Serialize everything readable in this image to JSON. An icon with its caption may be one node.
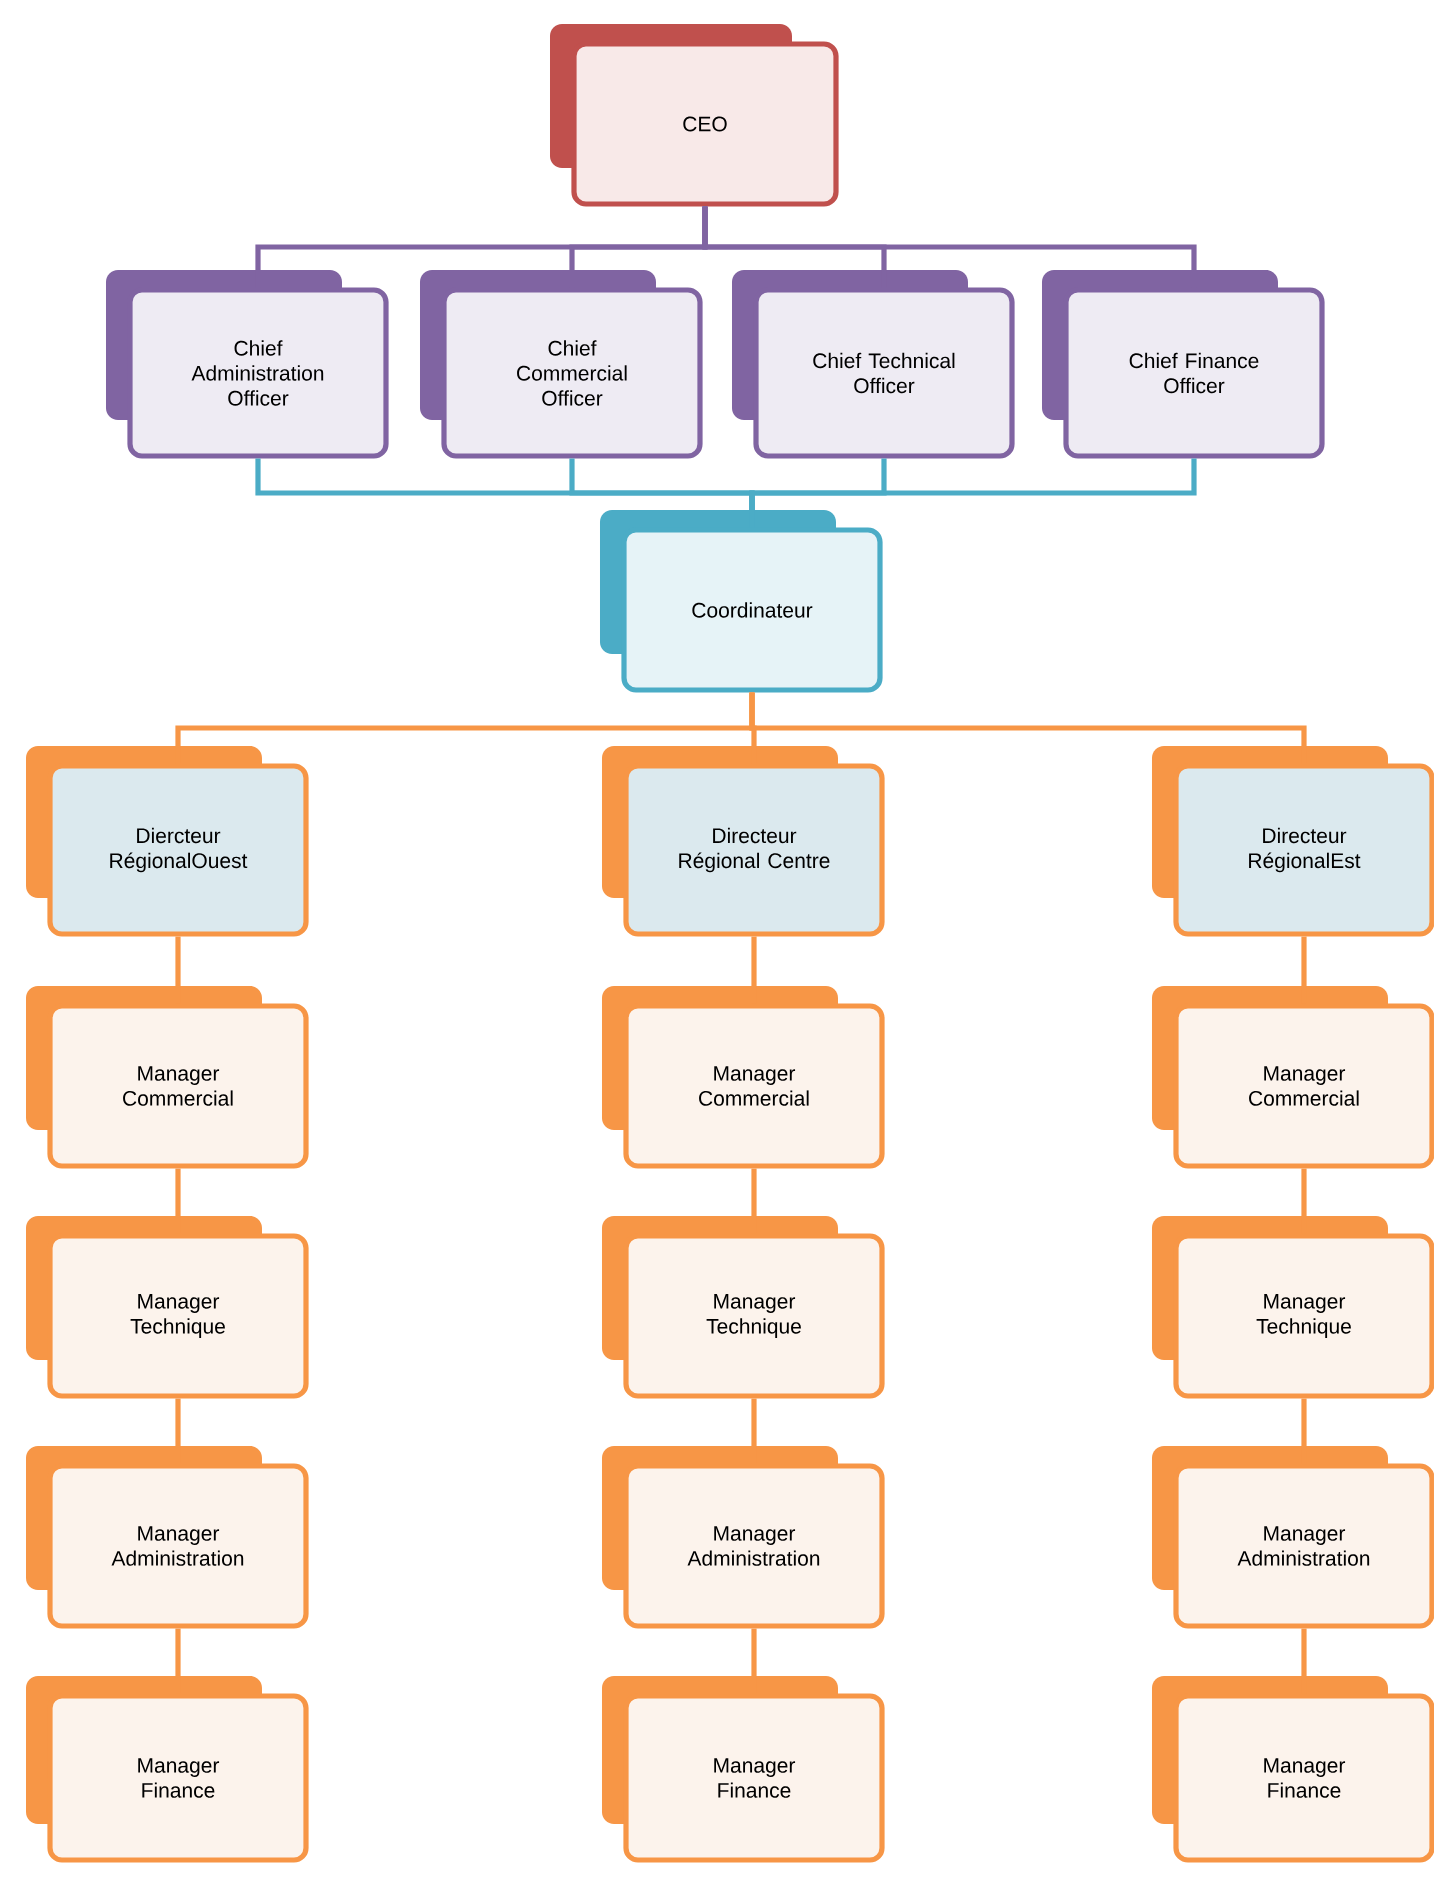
{
  "diagram": {
    "nodes": [
      {
        "text": [
          "CEO"
        ]
      },
      {
        "text": [
          "Chief Administration Officer"
        ]
      },
      {
        "text": [
          "Chief Commercial Officer"
        ]
      },
      {
        "text": [
          "Chief Technical Officer"
        ]
      },
      {
        "text": [
          "Chief Finance Officer"
        ]
      },
      {
        "text": [
          "Coordinateur"
        ]
      },
      {
        "text": [
          "Diercteur RégionalOuest"
        ]
      },
      {
        "text": [
          "Directeur Régional Centre"
        ]
      },
      {
        "text": [
          "Directeur RégionalEst"
        ]
      },
      {
        "text": [
          "Manager Commercial"
        ]
      },
      {
        "text": [
          "Manager Commercial"
        ]
      },
      {
        "text": [
          "Manager Commercial"
        ]
      },
      {
        "text": [
          "Manager Technique"
        ]
      },
      {
        "text": [
          "Manager Technique"
        ]
      },
      {
        "text": [
          "Manager Technique"
        ]
      },
      {
        "text": [
          "Manager Administration"
        ]
      },
      {
        "text": [
          "Manager Administration"
        ]
      },
      {
        "text": [
          "Manager Administration"
        ]
      },
      {
        "text": [
          "Manager Finance"
        ]
      },
      {
        "text": [
          "Manager Finance"
        ]
      },
      {
        "text": [
          "Manager Finance"
        ]
      }
    ],
    "edges": [
      {
        "from": 0,
        "to": 1,
        "arrow": "none",
        "color": "#8064a2"
      },
      {
        "from": 0,
        "to": 2,
        "arrow": "none",
        "color": "#8064a2"
      },
      {
        "from": 0,
        "to": 3,
        "arrow": "none",
        "color": "#8064a2"
      },
      {
        "from": 0,
        "to": 4,
        "arrow": "none",
        "color": "#8064a2"
      },
      {
        "from": 1,
        "to": 5,
        "arrow": "none",
        "color": "#4bacc6"
      },
      {
        "from": 2,
        "to": 5,
        "arrow": "none",
        "color": "#4bacc6"
      },
      {
        "from": 3,
        "to": 5,
        "arrow": "none",
        "color": "#4bacc6"
      },
      {
        "from": 4,
        "to": 5,
        "arrow": "none",
        "color": "#4bacc6"
      },
      {
        "from": 5,
        "to": 6,
        "arrow": "none"
      },
      {
        "from": 5,
        "to": 7,
        "arrow": "none"
      },
      {
        "from": 5,
        "to": 8,
        "arrow": "none"
      },
      {
        "from": 6,
        "to": 9,
        "arrow": "none"
      },
      {
        "from": 9,
        "to": 12,
        "arrow": "none"
      },
      {
        "from": 12,
        "to": 15,
        "arrow": "none"
      },
      {
        "from": 15,
        "to": 18,
        "arrow": "none"
      },
      {
        "from": 7,
        "to": 10,
        "arrow": "none"
      },
      {
        "from": 10,
        "to": 13,
        "arrow": "none"
      },
      {
        "from": 13,
        "to": 16,
        "arrow": "none"
      },
      {
        "from": 16,
        "to": 19,
        "arrow": "none"
      },
      {
        "from": 8,
        "to": 11,
        "arrow": "none"
      },
      {
        "from": 11,
        "to": 14,
        "arrow": "none"
      },
      {
        "from": 14,
        "to": 17,
        "arrow": "none"
      },
      {
        "from": 17,
        "to": 20,
        "arrow": "none"
      }
    ]
  }
}
